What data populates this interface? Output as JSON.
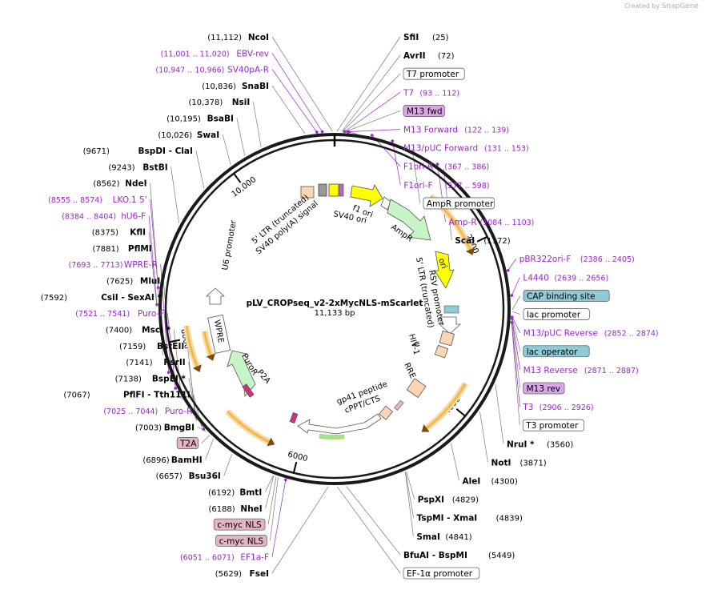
{
  "credit": {
    "prefix": "Created by",
    "brand": "SnapGene"
  },
  "plasmid": {
    "name": "pLV_CROPseq_v2-2xMycNLS-mScarlet",
    "size": "11,133 bp",
    "length": 11133
  },
  "ticks": [
    {
      "bp": 2000,
      "label": "2000"
    },
    {
      "bp": 4000,
      "label": "4000"
    },
    {
      "bp": 6000,
      "label": "6000"
    },
    {
      "bp": 8000,
      "label": "8000"
    },
    {
      "bp": 10000,
      "label": "10,000"
    }
  ],
  "right_labels": [
    {
      "kind": "enzyme",
      "pos": "(25)",
      "name": "SfiI",
      "bp": 25
    },
    {
      "kind": "enzyme",
      "pos": "(72)",
      "name": "AvrII",
      "bp": 72
    },
    {
      "kind": "box",
      "name": "T7 promoter",
      "color": "#ffffff",
      "bp": 80
    },
    {
      "kind": "primer",
      "name": "T7",
      "pos": "(93 .. 112)",
      "bp": 100
    },
    {
      "kind": "box",
      "name": "M13 fwd",
      "color": "#d9a6e6",
      "bp": 110
    },
    {
      "kind": "primer",
      "name": "M13 Forward",
      "pos": "(122 .. 139)",
      "bp": 130
    },
    {
      "kind": "primer",
      "name": "M13/pUC Forward",
      "pos": "(131 .. 153)",
      "bp": 142
    },
    {
      "kind": "primer",
      "name": "F1ori-R",
      "pos": "(367 .. 386)",
      "bp": 376
    },
    {
      "kind": "primer",
      "name": "F1ori-F",
      "pos": "(577 .. 598)",
      "bp": 588
    },
    {
      "kind": "box",
      "name": "AmpR promoter",
      "color": "#ffffff",
      "bp": 800
    },
    {
      "kind": "primer",
      "name": "Amp-R",
      "pos": "(1084 .. 1103)",
      "bp": 1094
    },
    {
      "kind": "enzyme",
      "name": "ScaI",
      "pos": "(1172)",
      "bp": 1172
    },
    {
      "kind": "primer",
      "name": "pBR322ori-F",
      "pos": "(2386 .. 2405)",
      "bp": 2395
    },
    {
      "kind": "primer",
      "name": "L4440",
      "pos": "(2639 .. 2656)",
      "bp": 2648
    },
    {
      "kind": "box",
      "name": "CAP binding site",
      "color": "#8fcad6",
      "bp": 2790
    },
    {
      "kind": "box",
      "name": "lac promoter",
      "color": "#ffffff",
      "bp": 2810
    },
    {
      "kind": "primer",
      "name": "M13/pUC Reverse",
      "pos": "(2852 .. 2874)",
      "bp": 2863
    },
    {
      "kind": "box",
      "name": "lac operator",
      "color": "#8fcad6",
      "bp": 2860
    },
    {
      "kind": "primer",
      "name": "M13 Reverse",
      "pos": "(2871 .. 2887)",
      "bp": 2879
    },
    {
      "kind": "box",
      "name": "M13 rev",
      "color": "#d9a6e6",
      "bp": 2885
    },
    {
      "kind": "primer",
      "name": "T3",
      "pos": "(2906 .. 2926)",
      "bp": 2916
    },
    {
      "kind": "box",
      "name": "T3 promoter",
      "color": "#ffffff",
      "bp": 2930
    },
    {
      "kind": "enzyme",
      "name": "NruI *",
      "pos": "(3560)",
      "bp": 3560
    },
    {
      "kind": "enzyme",
      "name": "NotI",
      "pos": "(3871)",
      "bp": 3871
    },
    {
      "kind": "enzyme",
      "name": "AleI",
      "pos": "(4300)",
      "bp": 4300
    },
    {
      "kind": "enzyme",
      "name": "PspXI",
      "pos": "(4829)",
      "bp": 4829
    },
    {
      "kind": "enzyme",
      "name": "TspMI  - XmaI",
      "pos": "(4839)",
      "bp": 4839
    },
    {
      "kind": "enzyme",
      "name": "SmaI",
      "pos": "(4841)",
      "bp": 4841
    },
    {
      "kind": "enzyme",
      "name": "BfuAI  - BspMI",
      "pos": "(5449)",
      "bp": 5449
    },
    {
      "kind": "box",
      "name": "EF-1α promoter",
      "color": "#ffffff",
      "bp": 5540
    }
  ],
  "left_labels": [
    {
      "kind": "enzyme",
      "pos": "(11,112)",
      "name": "NcoI",
      "bp": 11112
    },
    {
      "kind": "primer",
      "pos": "(11,001 .. 11,020)",
      "name": "EBV-rev",
      "bp": 11010
    },
    {
      "kind": "primer",
      "pos": "(10,947 .. 10,966)",
      "name": "SV40pA-R",
      "bp": 10956
    },
    {
      "kind": "enzyme",
      "pos": "(10,836)",
      "name": "SnaBI",
      "bp": 10836
    },
    {
      "kind": "enzyme",
      "pos": "(10,378)",
      "name": "NsiI",
      "bp": 10378
    },
    {
      "kind": "enzyme",
      "pos": "(10,195)",
      "name": "BsaBI",
      "bp": 10195
    },
    {
      "kind": "enzyme",
      "pos": "(10,026)",
      "name": "SwaI",
      "bp": 10026
    },
    {
      "kind": "enzyme",
      "pos": "(9671)",
      "name": "BspDI   - ClaI",
      "bp": 9671
    },
    {
      "kind": "enzyme",
      "pos": "(9243)",
      "name": "BstBI",
      "bp": 9243
    },
    {
      "kind": "enzyme",
      "pos": "(8562)",
      "name": "NdeI",
      "bp": 8562
    },
    {
      "kind": "primer",
      "pos": "(8555 .. 8574)",
      "name": "LKO.1 5'",
      "bp": 8564
    },
    {
      "kind": "primer",
      "pos": "(8384 .. 8404)",
      "name": "hU6-F",
      "bp": 8394
    },
    {
      "kind": "enzyme",
      "pos": "(8375)",
      "name": "KflI",
      "bp": 8375
    },
    {
      "kind": "enzyme",
      "pos": "(7881)",
      "name": "PflMI",
      "bp": 7881
    },
    {
      "kind": "primer",
      "pos": "(7693 .. 7713)",
      "name": "WPRE-R",
      "bp": 7703
    },
    {
      "kind": "enzyme",
      "pos": "(7625)",
      "name": "MluI",
      "bp": 7625
    },
    {
      "kind": "enzyme",
      "pos": "(7592)",
      "name": "CsiI   - SexAI *",
      "bp": 7592
    },
    {
      "kind": "primer",
      "pos": "(7521 .. 7541)",
      "name": "Puro-F",
      "bp": 7531
    },
    {
      "kind": "enzyme",
      "pos": "(7400)",
      "name": "MscI *",
      "bp": 7400
    },
    {
      "kind": "enzyme",
      "pos": "(7159)",
      "name": "BstEII",
      "bp": 7159
    },
    {
      "kind": "enzyme",
      "pos": "(7141)",
      "name": "RsrII",
      "bp": 7141
    },
    {
      "kind": "enzyme",
      "pos": "(7138)",
      "name": "BspEI *",
      "bp": 7138
    },
    {
      "kind": "enzyme",
      "pos": "(7067)",
      "name": "PflFI   - Tth111I",
      "bp": 7067
    },
    {
      "kind": "primer",
      "pos": "(7025 .. 7044)",
      "name": "Puro-R",
      "bp": 7034
    },
    {
      "kind": "enzyme",
      "pos": "(7003)",
      "name": "BmgBI",
      "bp": 7003
    },
    {
      "kind": "box",
      "name": "T2A",
      "color": "#e6b3c4",
      "bp": 6950
    },
    {
      "kind": "enzyme",
      "pos": "(6896)",
      "name": "BamHI",
      "bp": 6896
    },
    {
      "kind": "enzyme",
      "pos": "(6657)",
      "name": "Bsu36I",
      "bp": 6657
    },
    {
      "kind": "enzyme",
      "pos": "(6192)",
      "name": "BmtI",
      "bp": 6192
    },
    {
      "kind": "enzyme",
      "pos": "(6188)",
      "name": "NheI",
      "bp": 6188
    },
    {
      "kind": "box",
      "name": "c-myc NLS",
      "color": "#e6b3c4",
      "bp": 6160
    },
    {
      "kind": "box",
      "name": "c-myc NLS",
      "color": "#e6b3c4",
      "bp": 6140
    },
    {
      "kind": "primer",
      "pos": "(6051 .. 6071)",
      "name": "EF1a-F",
      "bp": 6061
    },
    {
      "kind": "enzyme",
      "pos": "(5629)",
      "name": "FseI",
      "bp": 5629
    }
  ],
  "inner_labels": [
    {
      "name": "f1 ori"
    },
    {
      "name": "SV40 ori"
    },
    {
      "name": "SV40 poly(A) signal"
    },
    {
      "name": "5' LTR (truncated)"
    },
    {
      "name": "AmpR"
    },
    {
      "name": "ori"
    },
    {
      "name": "RSV promoter"
    },
    {
      "name": "5' LTR (truncated)"
    },
    {
      "name": "ψ"
    },
    {
      "name": "HIV-1"
    },
    {
      "name": "RRE"
    },
    {
      "name": "gp41 peptide"
    },
    {
      "name": "cPPT/CTS"
    },
    {
      "name": "P2A"
    },
    {
      "name": "PuroR"
    },
    {
      "name": "WPRE"
    },
    {
      "name": "U6 promoter"
    }
  ],
  "colors": {
    "ring": "#1a1a1a",
    "primer": "#9b26c9",
    "orf": "#f5b74e",
    "f1ori": "#ffff00",
    "ampr": "#c8f5c8",
    "feature_tan": "#fbd5b5"
  }
}
